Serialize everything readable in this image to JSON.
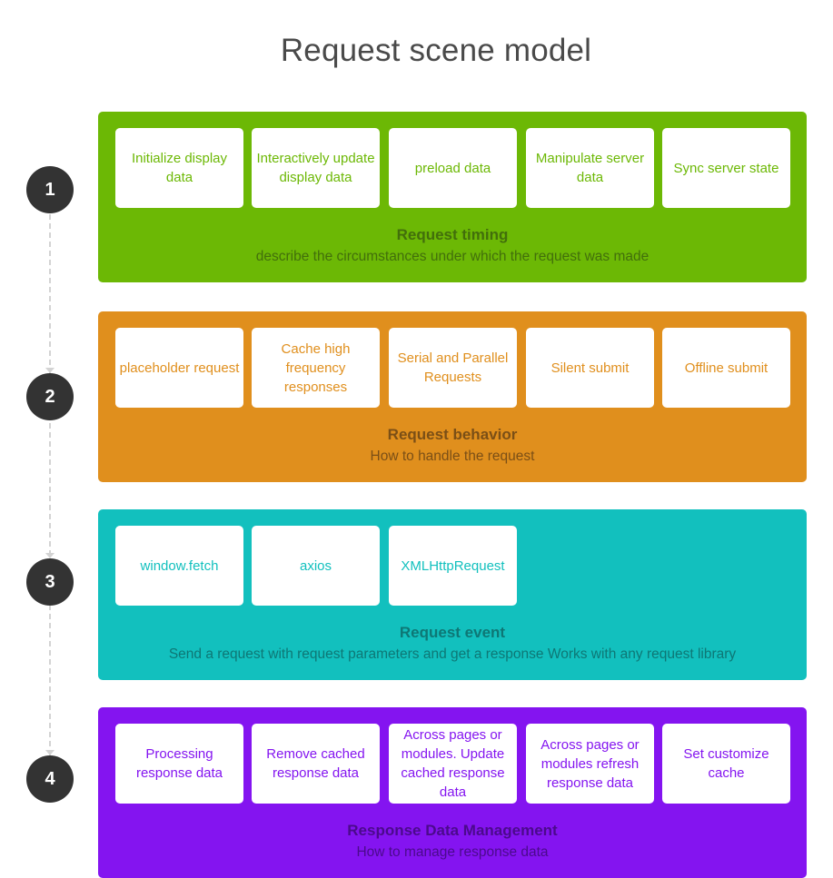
{
  "title": "Request scene model",
  "steps": [
    {
      "number": "1",
      "title": "Request timing",
      "subtitle": "describe the circumstances under which the request was made",
      "items": [
        "Initialize display data",
        "Interactively update display data",
        "preload data",
        "Manipulate server data",
        "Sync server state"
      ]
    },
    {
      "number": "2",
      "title": "Request behavior",
      "subtitle": "How to handle the request",
      "items": [
        "placeholder request",
        "Cache high frequency responses",
        "Serial and Parallel Requests",
        "Silent submit",
        "Offline submit"
      ]
    },
    {
      "number": "3",
      "title": "Request event",
      "subtitle": "Send a request with request parameters and get a response Works with any request library",
      "items": [
        "window.fetch",
        "axios",
        "XMLHttpRequest"
      ]
    },
    {
      "number": "4",
      "title": "Response Data Management",
      "subtitle": "How to manage response data",
      "items": [
        "Processing response data",
        "Remove cached response data",
        "Across pages or modules. Update cached response data",
        "Across pages or modules refresh response data",
        "Set customize cache"
      ]
    }
  ],
  "colors": {
    "step1": "#6cb805",
    "step2": "#e08f1d",
    "step3": "#12c0be",
    "step4": "#8414f0",
    "circle": "#333333"
  }
}
